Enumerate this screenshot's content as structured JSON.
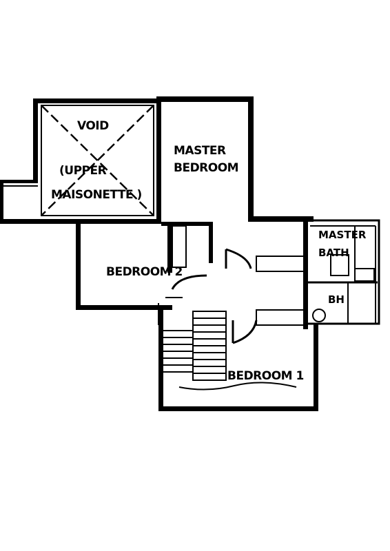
{
  "rooms": {
    "void_title": "VOID",
    "void_note_line1": "(UPPER",
    "void_note_line2": "MAISONETTE )",
    "master_bedroom_line1": "MASTER",
    "master_bedroom_line2": "BEDROOM",
    "master_bath_line1": "MASTER",
    "master_bath_line2": "BATH",
    "bedroom_2": "BEDROOM 2",
    "bathroom": "BH",
    "bedroom_1": "BEDROOM 1"
  },
  "colors": {
    "ink": "#000000",
    "paper": "#ffffff"
  }
}
